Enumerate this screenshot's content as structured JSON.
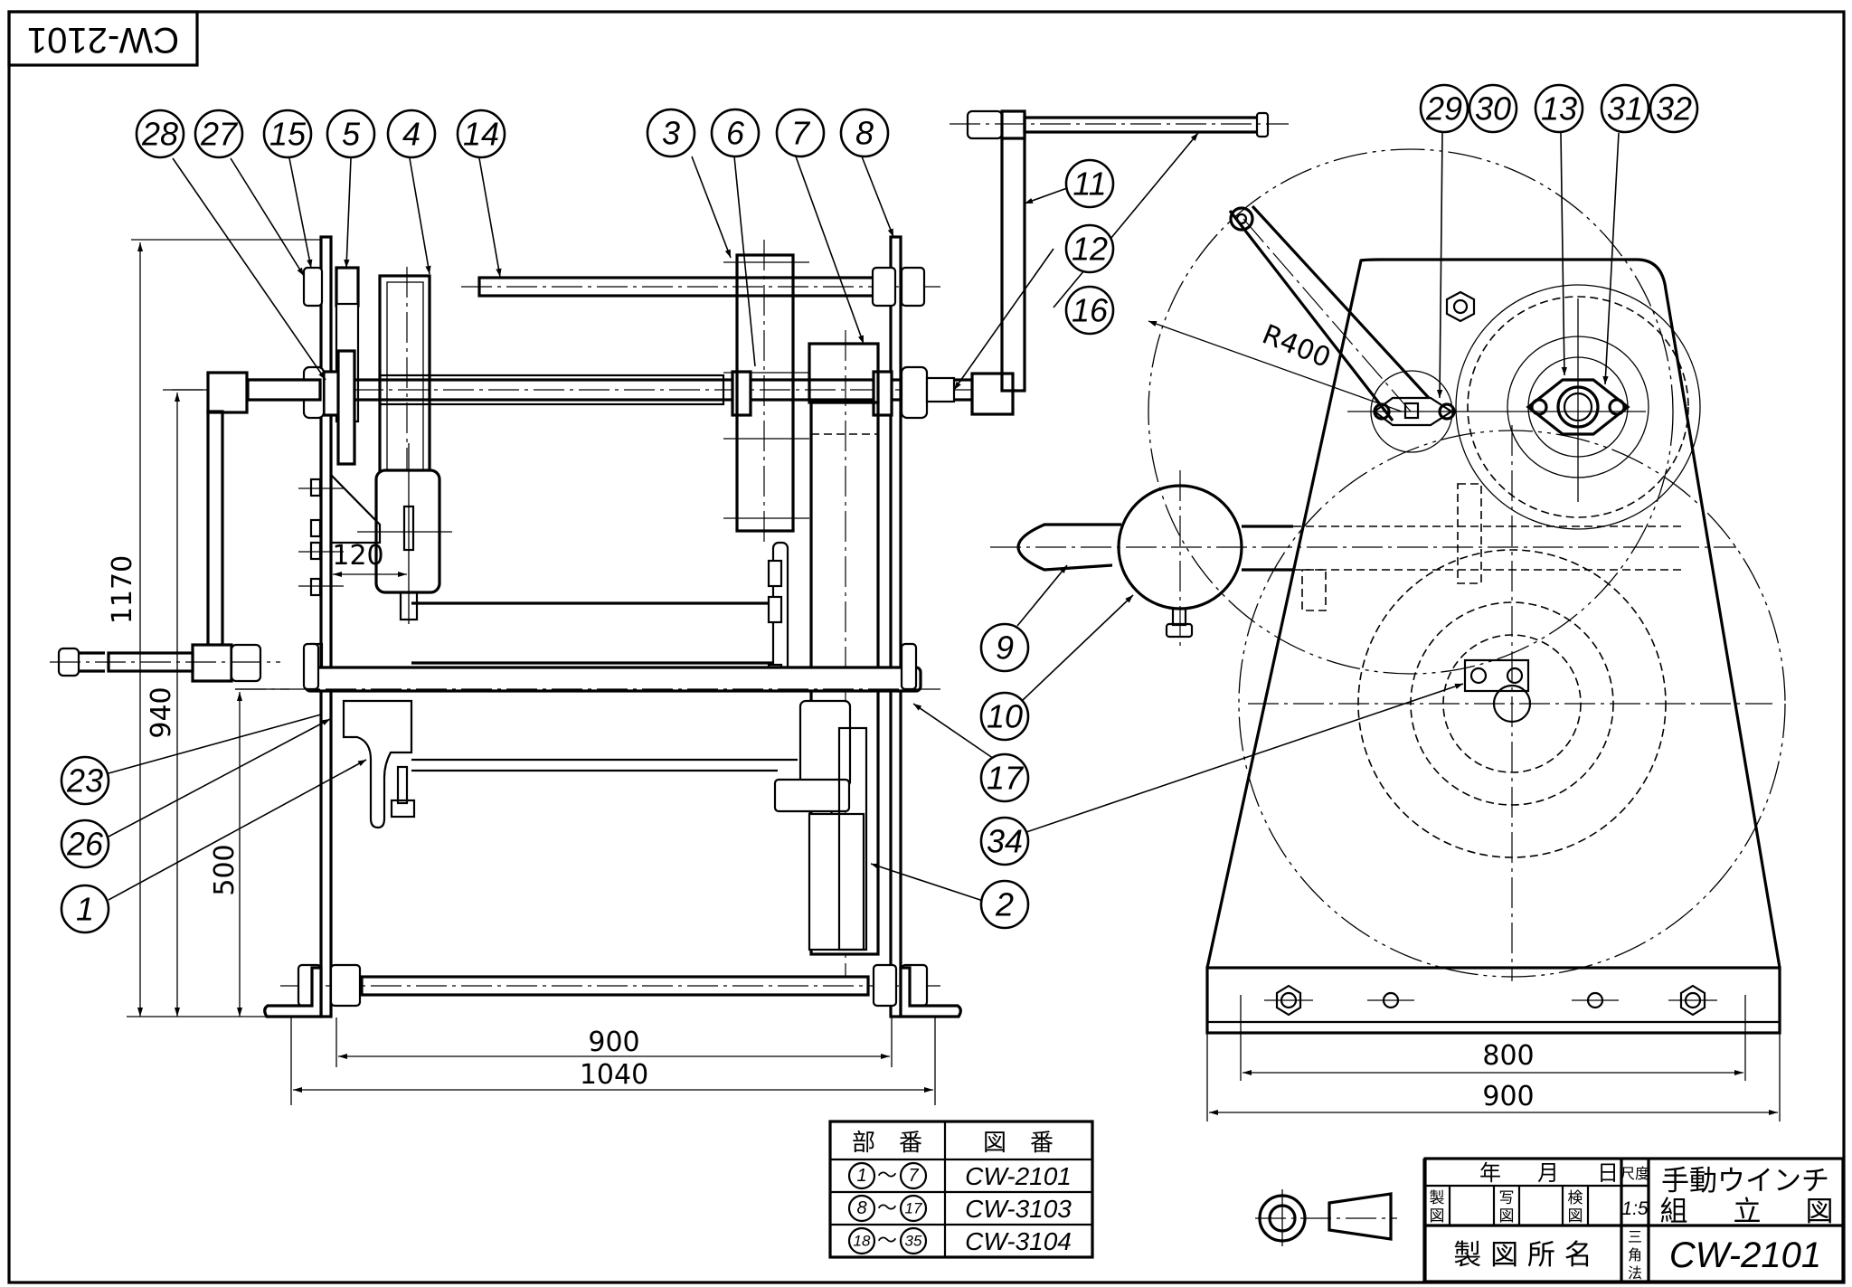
{
  "drawing": {
    "title_mirrored_tag": "CW-2101",
    "title_line1": "手動ウインチ",
    "title_line2_chars": [
      "組",
      "立",
      "図"
    ],
    "drawing_number": "CW-2101",
    "scale_label": "尺度",
    "scale_value": "1:5",
    "date_labels": [
      "年",
      "月",
      "日"
    ],
    "signoff_labels": [
      {
        "top": "製",
        "bottom": "図"
      },
      {
        "top": "写",
        "bottom": "図"
      },
      {
        "top": "検",
        "bottom": "図"
      }
    ],
    "projection_label_chars": [
      "三",
      "角",
      "法"
    ],
    "drafting_office_label": "製 図 所 名"
  },
  "parts_table": {
    "headers": [
      "部　番",
      "図　番"
    ],
    "rows": [
      {
        "from": "1",
        "to": "7",
        "drawing": "CW-2101"
      },
      {
        "from": "8",
        "to": "17",
        "drawing": "CW-3103"
      },
      {
        "from": "18",
        "to": "35",
        "drawing": "CW-3104"
      }
    ],
    "range_separator": "〜"
  },
  "dimensions": {
    "front_height_total": "1170",
    "front_height_shaft": "940",
    "front_height_base": "500",
    "front_offset": "120",
    "front_inner_width": "900",
    "front_outer_width": "1040",
    "side_inner_width": "800",
    "side_outer_width": "900",
    "radius": "R400"
  },
  "balloons": {
    "b28": "28",
    "b27": "27",
    "b15": "15",
    "b5": "5",
    "b4": "4",
    "b14": "14",
    "b3": "3",
    "b6": "6",
    "b7": "7",
    "b8": "8",
    "b11": "11",
    "b12": "12",
    "b16": "16",
    "b29": "29",
    "b30": "30",
    "b13": "13",
    "b31": "31",
    "b32": "32",
    "b9": "9",
    "b10": "10",
    "b17": "17",
    "b34": "34",
    "b2": "2",
    "b23": "23",
    "b26": "26",
    "b1": "1"
  }
}
